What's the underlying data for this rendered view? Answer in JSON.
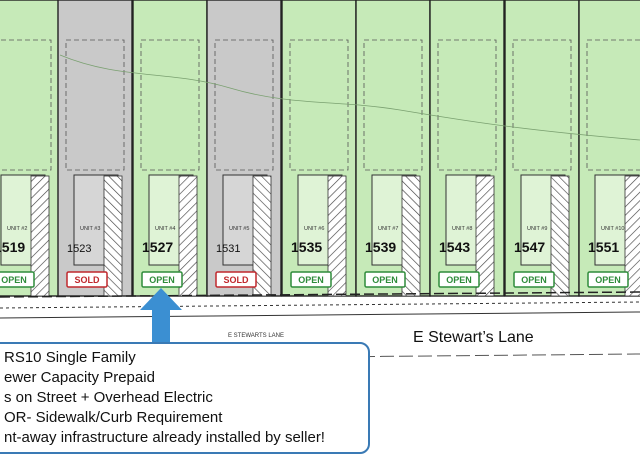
{
  "street": {
    "name": "E Stewart’s Lane",
    "small_label": "E STEWARTS LANE"
  },
  "lots": [
    {
      "number": "1519",
      "unit": "UNIT #2",
      "status": "OPEN",
      "sold": false
    },
    {
      "number": "1523",
      "unit": "UNIT #3",
      "status": "SOLD",
      "sold": true
    },
    {
      "number": "1527",
      "unit": "UNIT #4",
      "status": "OPEN",
      "sold": false
    },
    {
      "number": "1531",
      "unit": "UNIT #5",
      "status": "SOLD",
      "sold": true
    },
    {
      "number": "1535",
      "unit": "UNIT #6",
      "status": "OPEN",
      "sold": false
    },
    {
      "number": "1539",
      "unit": "UNIT #7",
      "status": "OPEN",
      "sold": false
    },
    {
      "number": "1543",
      "unit": "UNIT #8",
      "status": "OPEN",
      "sold": false
    },
    {
      "number": "1547",
      "unit": "UNIT #9",
      "status": "OPEN",
      "sold": false
    },
    {
      "number": "1551",
      "unit": "UNIT #10",
      "status": "OPEN",
      "sold": false
    }
  ],
  "notes": [
    "RS10 Single Family",
    "ewer Capacity Prepaid",
    "s on Street + Overhead Electric",
    "OR- Sidewalk/Curb Requirement",
    "nt-away infrastructure already installed by seller!"
  ],
  "colors": {
    "open_lot": "#c6eab8",
    "sold_lot": "#c9c9c9",
    "open_text": "#2e8b3a",
    "sold_text": "#c0282d",
    "arrow": "#3b8fd2",
    "notes_border": "#3a7ab5"
  }
}
